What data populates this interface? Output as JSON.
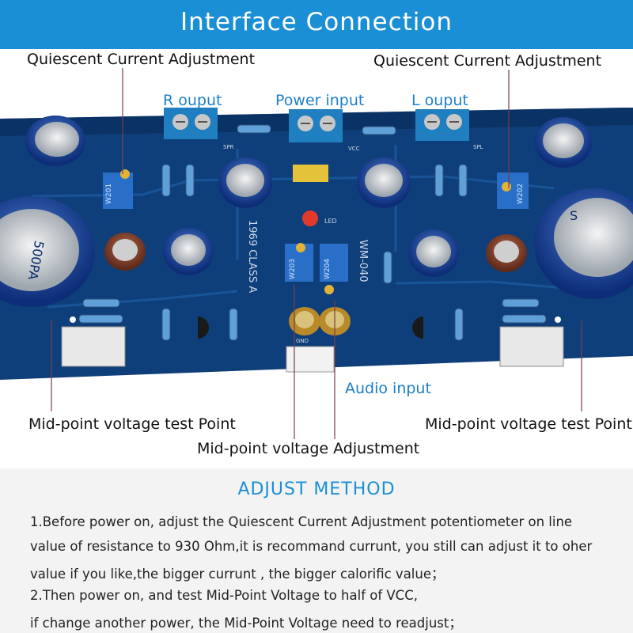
{
  "header": {
    "title": "Interface Connection"
  },
  "labels": {
    "quiescent_left": "Quiescent Current Adjustment",
    "quiescent_right": "Quiescent Current Adjustment",
    "r_output": "R ouput",
    "power_input": "Power input",
    "l_output": "L ouput",
    "audio_input": "Audio input",
    "midpoint_test_left": "Mid-point voltage test Point",
    "midpoint_test_right": "Mid-point voltage test Point",
    "midpoint_adjust": "Mid-point voltage Adjustment"
  },
  "board": {
    "silkscreen_model": "1969 CLASS A",
    "silkscreen_code": "WM-040",
    "pot_left": "W201",
    "pot_center_left": "W203",
    "pot_center_right": "W204",
    "pot_right": "W202",
    "connector_left": "SPR",
    "connector_center": "VCC",
    "connector_right": "SPL",
    "input_connector": "GND",
    "led_label": "LED",
    "colors": {
      "pcb": "#0f3f7a",
      "pcb_dark": "#0a2d5c",
      "terminal": "#1f7fc1",
      "annotation_line": "#7a3e4a"
    }
  },
  "adjust": {
    "title": "ADJUST METHOD",
    "lines": [
      "1.Before power on, adjust the Quiescent Current Adjustment potentiometer on line",
      "value of resistance to 930 Ohm,it is recommand currunt, you still can adjust it to oher",
      "value if you like,the bigger currunt , the bigger calorific value；",
      "2.Then power on, and test Mid-Point Voltage to half of VCC,",
      " if change another power, the Mid-Point Voltage need to readjust；"
    ]
  }
}
